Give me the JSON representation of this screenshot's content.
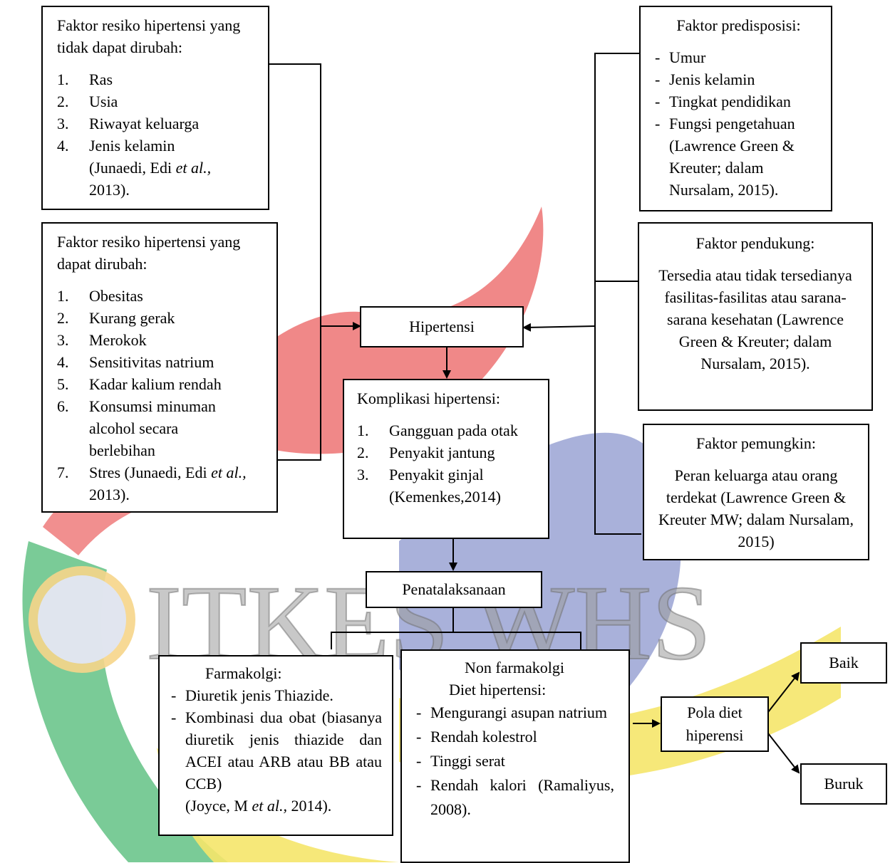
{
  "watermark": {
    "text": "ITKES WHS"
  },
  "risk_unchangeable": {
    "title": "Faktor resiko hipertensi yang tidak dapat dirubah:",
    "items": [
      {
        "num": "1.",
        "text": "Ras"
      },
      {
        "num": "2.",
        "text": "Usia"
      },
      {
        "num": "3.",
        "text": "Riwayat keluarga"
      },
      {
        "num": "4.",
        "text": "Jenis kelamin"
      }
    ],
    "cite_pre": "(Junaedi, Edi ",
    "cite_em": "et al.,",
    "cite_post": "2013)."
  },
  "risk_changeable": {
    "title": "Faktor resiko hipertensi yang dapat dirubah:",
    "items": [
      {
        "num": "1.",
        "text": "Obesitas"
      },
      {
        "num": "2.",
        "text": "Kurang gerak"
      },
      {
        "num": "3.",
        "text": "Merokok"
      },
      {
        "num": "4.",
        "text": "Sensitivitas natrium"
      },
      {
        "num": "5.",
        "text": "Kadar kalium rendah"
      },
      {
        "num": "6.",
        "text": "Konsumsi minuman alcohol secara berlebihan"
      }
    ],
    "last_num": "7.",
    "last_pre": "Stres (Junaedi, Edi ",
    "last_em": "et al.,",
    "last_post": " 2013)."
  },
  "predisposing": {
    "title": "Faktor predisposisi:",
    "items": [
      "Umur",
      "Jenis kelamin",
      "Tingkat pendidikan",
      "Fungsi pengetahuan (Lawrence Green & Kreuter; dalam Nursalam, 2015)."
    ]
  },
  "supporting": {
    "title": "Faktor pendukung:",
    "body": "Tersedia atau tidak tersedianya fasilitas-fasilitas atau sarana-sarana kesehatan (Lawrence Green & Kreuter; dalam Nursalam, 2015)."
  },
  "enabling": {
    "title": "Faktor pemungkin:",
    "body": "Peran keluarga atau orang terdekat (Lawrence Green & Kreuter MW; dalam Nursalam, 2015)"
  },
  "hypertension": {
    "label": "Hipertensi"
  },
  "complications": {
    "title": "Komplikasi hipertensi:",
    "items": [
      {
        "num": "1.",
        "text": "Gangguan pada otak"
      },
      {
        "num": "2.",
        "text": "Penyakit jantung"
      },
      {
        "num": "3.",
        "text": "Penyakit ginjal (Kemenkes,2014)"
      }
    ]
  },
  "management": {
    "label": "Penatalaksanaan"
  },
  "pharmacological": {
    "title": "Farmakolgi:",
    "items": [
      "Diuretik jenis Thiazide.",
      "Kombinasi dua obat (biasanya diuretik jenis thiazide dan ACEI atau ARB atau BB atau CCB)"
    ],
    "cite_pre": "(Joyce, M ",
    "cite_em": "et al.,",
    "cite_post": " 2014)."
  },
  "non_pharmacological": {
    "title": "Non farmakolgi",
    "subtitle": "Diet hipertensi:",
    "items": [
      "Mengurangi asupan natrium",
      "Rendah kolestrol",
      "Tinggi serat",
      "Rendah kalori (Ramaliyus, 2008)."
    ]
  },
  "diet_pattern": {
    "label": "Pola diet hiperensi"
  },
  "outcomes": {
    "good": "Baik",
    "bad": "Buruk"
  }
}
